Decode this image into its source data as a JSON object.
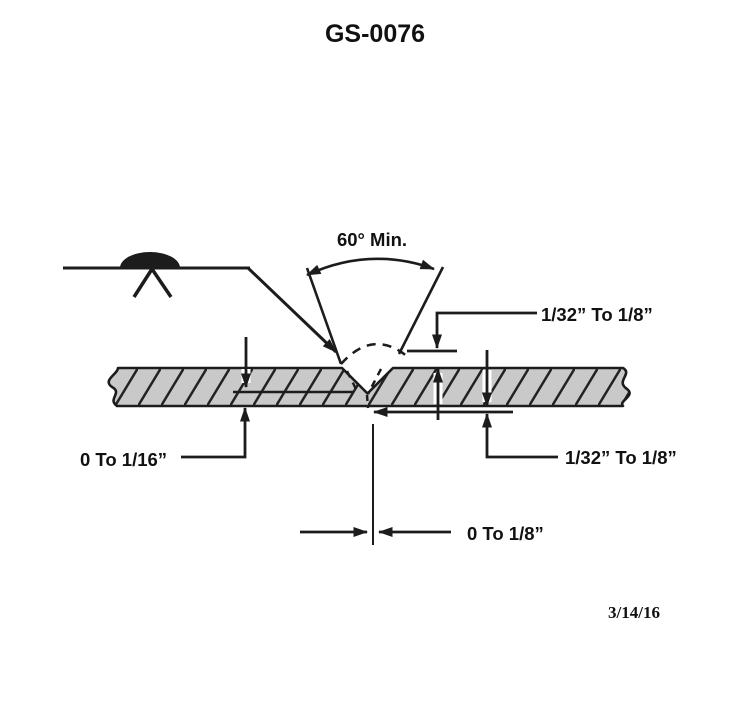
{
  "title": "GS-0076",
  "date": "3/14/16",
  "colors": {
    "background": "#ffffff",
    "plate_fill": "#c9c9c9",
    "line": "#1c1c1c"
  },
  "diagram": {
    "type": "weld-joint-cross-section",
    "description_names": {
      "weld_symbol": "arrow-side V-groove weld symbol with convex contour",
      "plates": "butt-joint plate cross-section with V groove",
      "dashed_outline": "dashed completed-weld reinforcement outline"
    },
    "labels": {
      "groove_angle": "60° Min.",
      "face_reinforcement": "1/32” To 1/8”",
      "root_reinforcement": "1/32” To 1/8”",
      "root_face": "0 To 1/16”",
      "root_opening": "0 To 1/8”"
    }
  }
}
